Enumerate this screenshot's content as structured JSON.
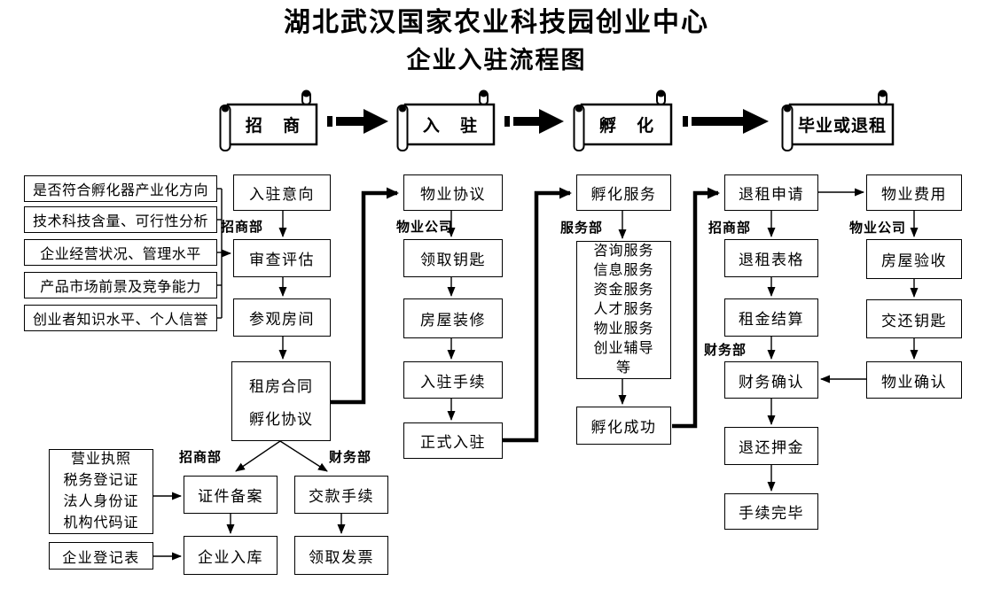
{
  "title": {
    "line1": "湖北武汉国家农业科技园创业中心",
    "line2": "企业入驻流程图"
  },
  "banners": {
    "b1": "招 商",
    "b2": "入 驻",
    "b3": "孵 化",
    "b4": "毕业或退租"
  },
  "dept_labels": {
    "zhaoshang_top": "招商部",
    "wuye_top": "物业公司",
    "fuwu": "服务部",
    "zhaoshang_exit": "招商部",
    "caiwu_exit": "财务部",
    "wuye_exit": "物业公司",
    "zhaoshang_bottom": "招商部",
    "caiwu_bottom": "财务部"
  },
  "criteria": [
    "是否符合孵化器产业化方向",
    "技术科技含量、可行性分析",
    "企业经营状况、管理水平",
    "产品市场前景及竞争能力",
    "创业者知识水平、个人信誉"
  ],
  "nodes": {
    "intent": "入驻意向",
    "review": "审查评估",
    "visit": "参观房间",
    "contract_line1": "租房合同",
    "contract_line2": "孵化协议",
    "docs": [
      "营业执照",
      "税务登记证",
      "法人身份证",
      "机构代码证"
    ],
    "reg_form": "企业登记表",
    "cert_filing": "证件备案",
    "company_store": "企业入库",
    "payment": "交款手续",
    "invoice": "领取发票",
    "property_agreement": "物业协议",
    "get_keys": "领取钥匙",
    "renovation": "房屋装修",
    "checkin_procedure": "入驻手续",
    "official_checkin": "正式入驻",
    "incubation_service": "孵化服务",
    "services": [
      "咨询服务",
      "信息服务",
      "资金服务",
      "人才服务",
      "物业服务",
      "创业辅导",
      "等"
    ],
    "incubation_success": "孵化成功",
    "exit_apply": "退租申请",
    "exit_form": "退租表格",
    "rent_settlement": "租金结算",
    "finance_confirm": "财务确认",
    "deposit_refund": "退还押金",
    "procedure_complete": "手续完毕",
    "property_fee": "物业费用",
    "house_inspection": "房屋验收",
    "return_keys": "交还钥匙",
    "property_confirm": "物业确认"
  }
}
